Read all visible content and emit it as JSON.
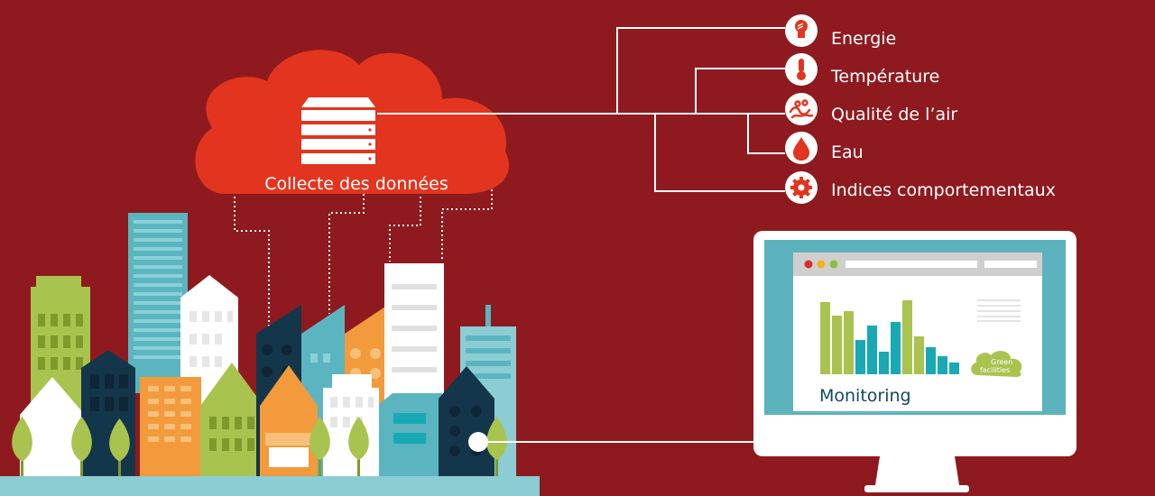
{
  "cloud": {
    "title": "Collecte des données"
  },
  "sensors": [
    {
      "label": "Energie",
      "icon": "bulb-icon"
    },
    {
      "label": "Température",
      "icon": "thermometer-icon"
    },
    {
      "label": "Qualité de l’air",
      "icon": "air-icon"
    },
    {
      "label": "Eau",
      "icon": "drop-icon"
    },
    {
      "label": "Indices comportementaux",
      "icon": "gear-icon"
    }
  ],
  "monitor": {
    "title": "Monitoring",
    "logo_line1": "Green",
    "logo_line2": "facilities",
    "bars": [
      {
        "value": 80,
        "color": "#a9c34f"
      },
      {
        "value": 65,
        "color": "#a9c34f"
      },
      {
        "value": 70,
        "color": "#a9c34f"
      },
      {
        "value": 38,
        "color": "#18a9b5"
      },
      {
        "value": 54,
        "color": "#18a9b5"
      },
      {
        "value": 25,
        "color": "#18a9b5"
      },
      {
        "value": 58,
        "color": "#18a9b5"
      },
      {
        "value": 82,
        "color": "#a9c34f"
      },
      {
        "value": 42,
        "color": "#a9c34f"
      },
      {
        "value": 30,
        "color": "#18a9b5"
      },
      {
        "value": 20,
        "color": "#18a9b5"
      },
      {
        "value": 13,
        "color": "#18a9b5"
      }
    ]
  },
  "colors": {
    "background": "#8e1a1f",
    "cloud": "#e2341e",
    "accent_green": "#a9c34f",
    "accent_teal": "#18a9b5"
  }
}
